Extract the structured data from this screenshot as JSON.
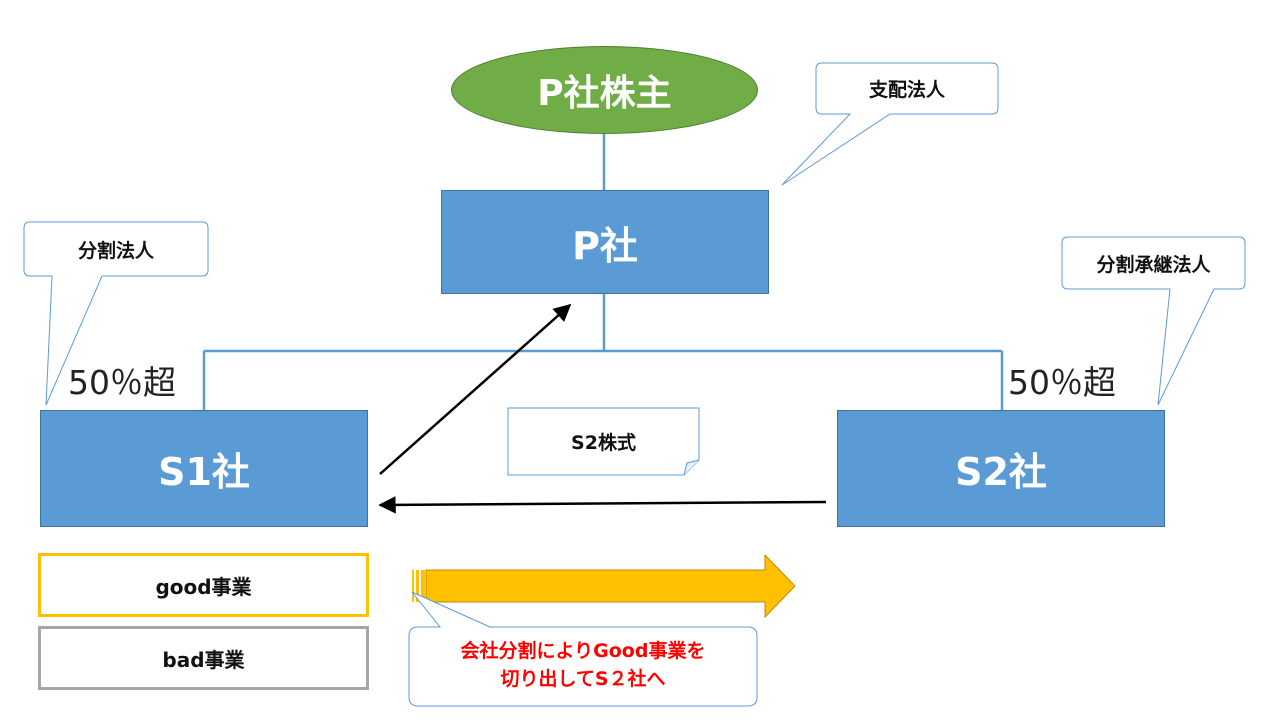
{
  "shareholders": {
    "label": "P社株主"
  },
  "parent": {
    "label": "P社"
  },
  "s1": {
    "label": "S1社",
    "share": "50％超"
  },
  "s2": {
    "label": "S2社",
    "share": "50％超"
  },
  "callouts": {
    "controlling": "支配法人",
    "splitting": "分割法人",
    "successor": "分割承継法人"
  },
  "note": {
    "label": "S2株式"
  },
  "legend": {
    "good": "good事業",
    "bad": "bad事業"
  },
  "explanation": {
    "line1": "会社分割によりGood事業を",
    "line2": "切り出してS２社へ"
  },
  "colors": {
    "company_fill": "#5b9bd5",
    "shareholder_fill": "#70ad47",
    "connector": "#5b9bd5",
    "good_border": "#ffc000",
    "bad_border": "#a6a6a6",
    "transfer_arrow": "#ffc000",
    "explanation_text": "#ff0000"
  }
}
